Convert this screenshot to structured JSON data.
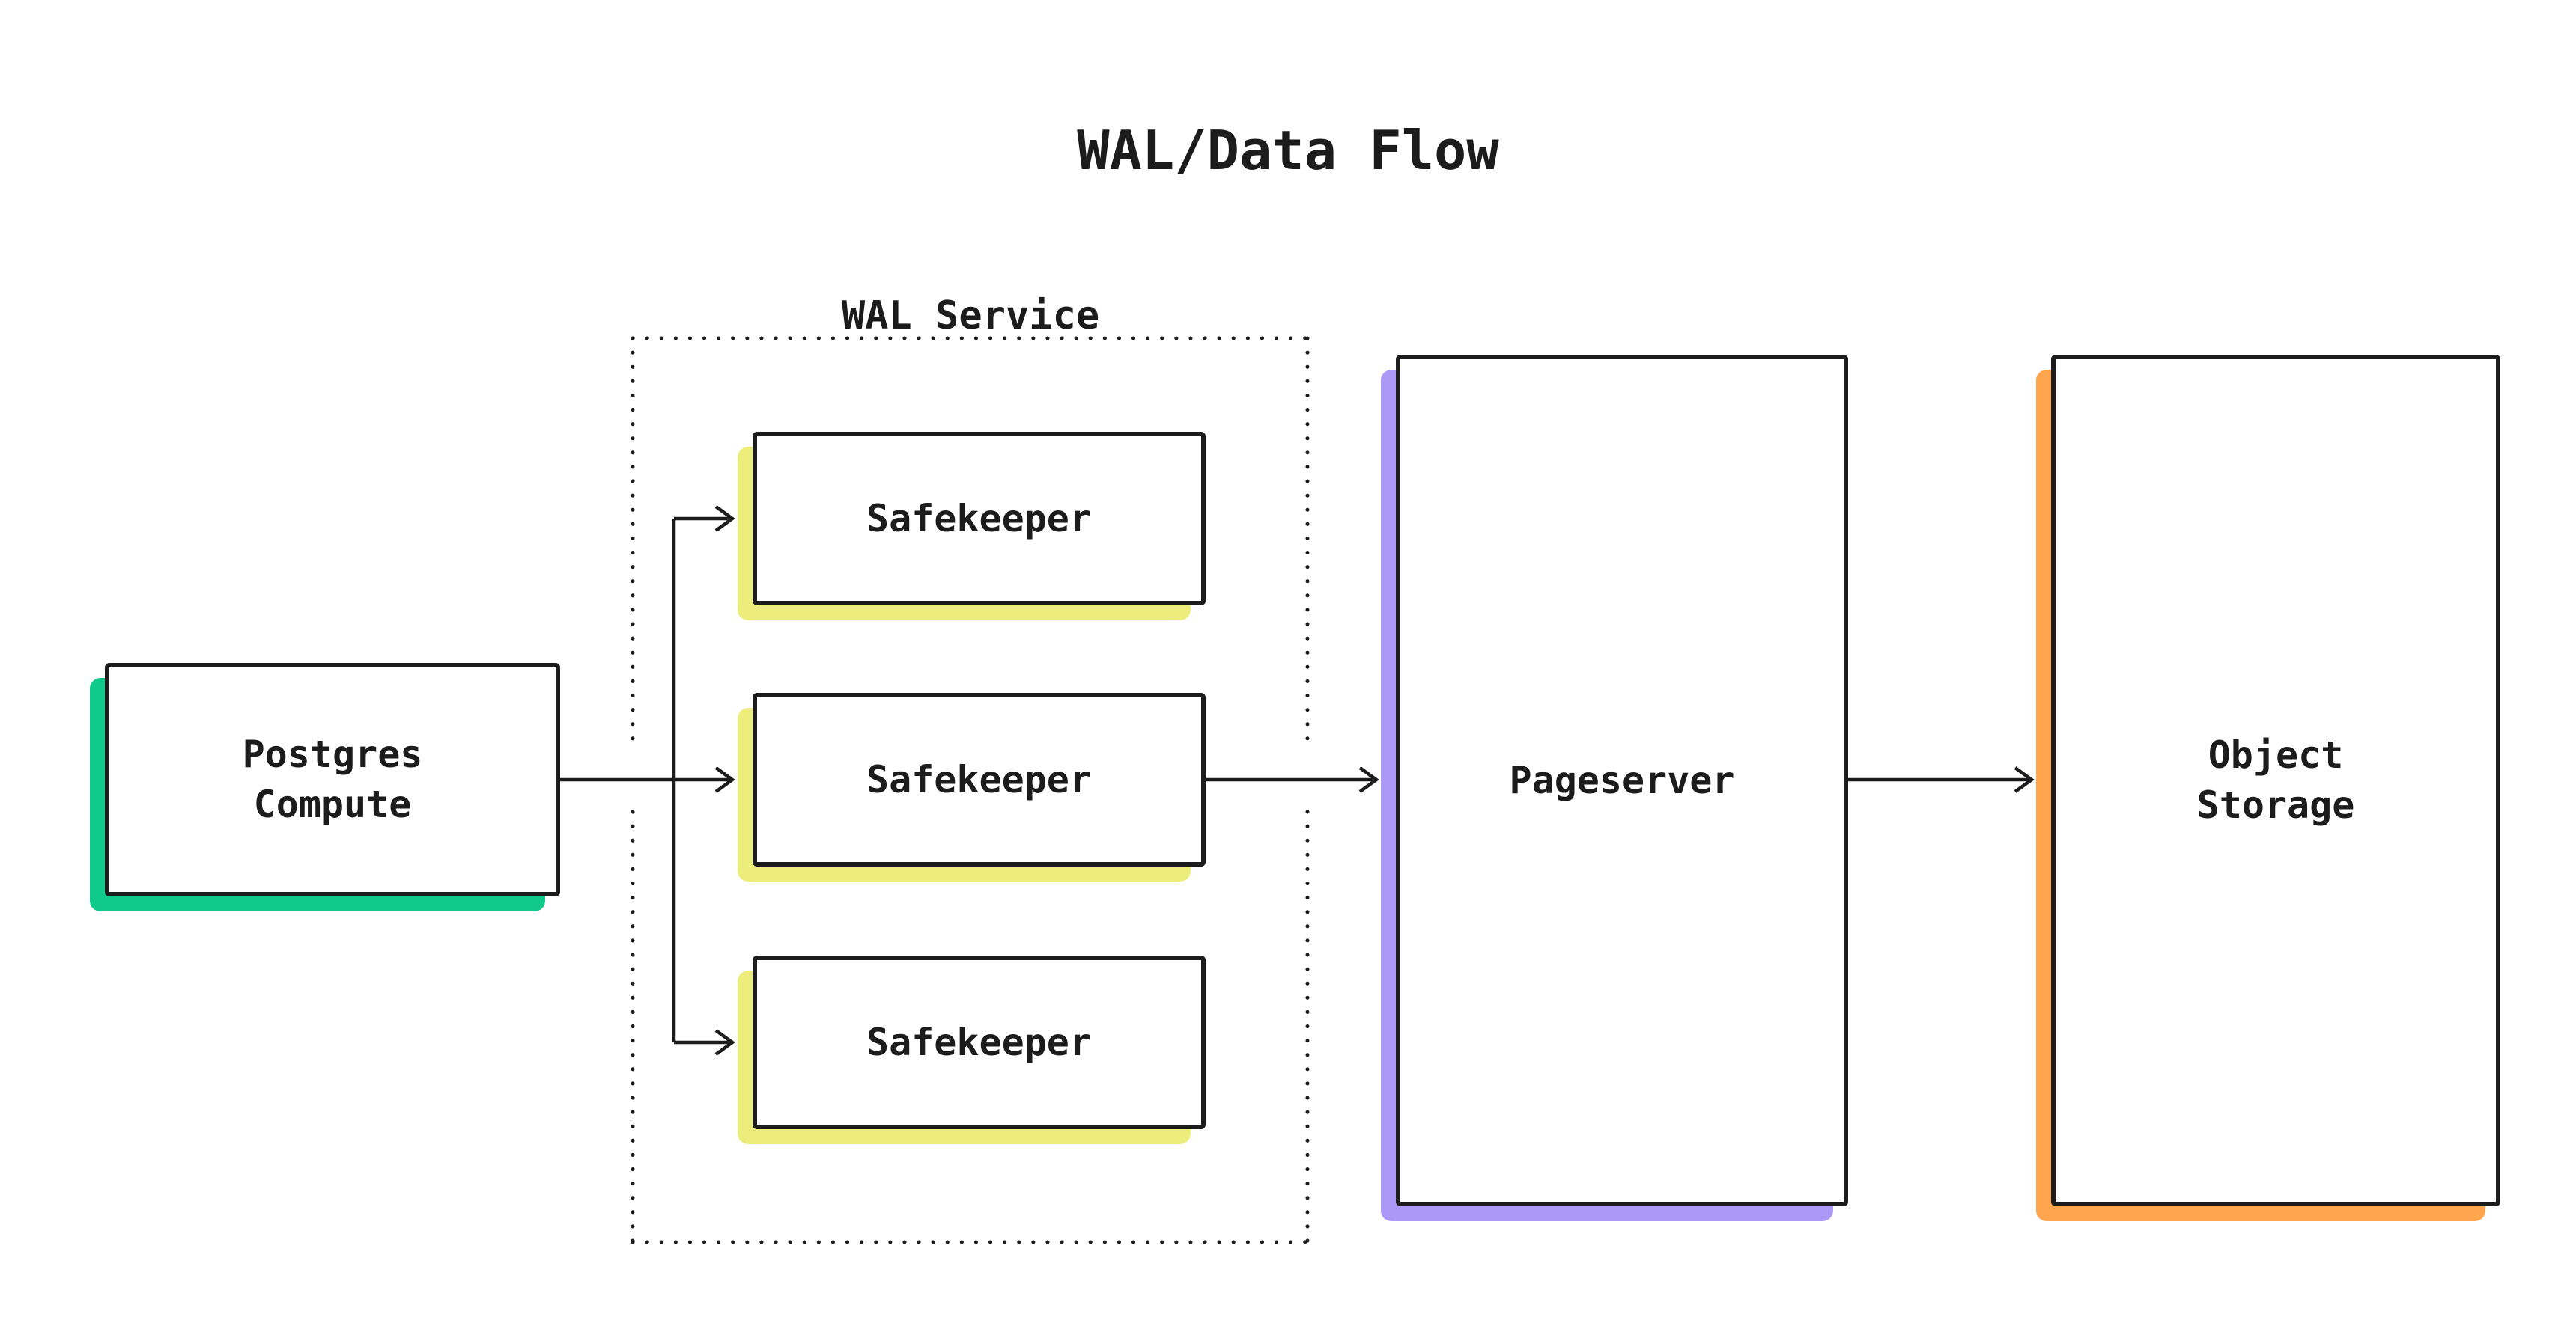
{
  "diagram": {
    "title": "WAL/Data Flow",
    "wal_service_group": {
      "label": "WAL Service",
      "border_style": "dotted"
    },
    "nodes": {
      "postgres_compute": {
        "label": "Postgres\nCompute",
        "accent_color": "#10C98A"
      },
      "safekeeper_1": {
        "label": "Safekeeper",
        "accent_color": "#EDED7B"
      },
      "safekeeper_2": {
        "label": "Safekeeper",
        "accent_color": "#EDED7B"
      },
      "safekeeper_3": {
        "label": "Safekeeper",
        "accent_color": "#EDED7B"
      },
      "pageserver": {
        "label": "Pageserver",
        "accent_color": "#AA99F6"
      },
      "object_storage": {
        "label": "Object\nStorage",
        "accent_color": "#FFA54D"
      }
    },
    "edges": [
      {
        "from": "postgres_compute",
        "to": "safekeeper_1"
      },
      {
        "from": "postgres_compute",
        "to": "safekeeper_2"
      },
      {
        "from": "postgres_compute",
        "to": "safekeeper_3"
      },
      {
        "from": "safekeeper_2",
        "to": "pageserver"
      },
      {
        "from": "pageserver",
        "to": "object_storage"
      }
    ],
    "colors": {
      "ink": "#1C1C1C",
      "green": "#10C98A",
      "yellow": "#EDED7B",
      "purple": "#AA99F6",
      "orange": "#FFA54D",
      "canvas": "#FFFFFF",
      "node_fill": "#FFFFFF"
    }
  }
}
